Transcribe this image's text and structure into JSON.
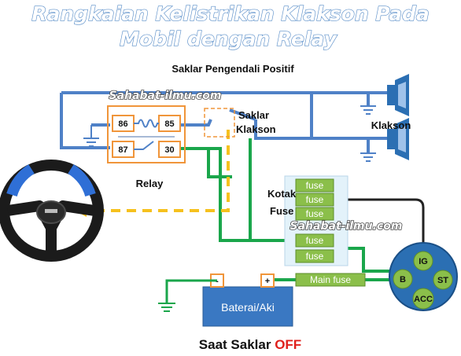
{
  "title": {
    "line1": "Rangkaian Kelistrikan Klakson Pada",
    "line2": "Mobil dengan Relay"
  },
  "subtitle": "Saklar Pengendali Positif",
  "watermark": "Sahabat-ilmu.com",
  "relay": {
    "label": "Relay",
    "pins": {
      "p86": "86",
      "p85": "85",
      "p87": "87",
      "p30": "30"
    }
  },
  "horn_switch": {
    "label_line1": "Saklar",
    "label_line2": "Klakson"
  },
  "horn_label": "Klakson",
  "fuse_box": {
    "label_line1": "Kotak",
    "label_line2": "Fuse",
    "fuses": [
      "fuse",
      "fuse",
      "fuse",
      "fuse",
      "fuse"
    ]
  },
  "main_fuse": "Main fuse",
  "battery": {
    "label": "Baterai/Aki",
    "minus": "-",
    "plus": "+"
  },
  "ignition": {
    "ig": "IG",
    "b": "B",
    "st": "ST",
    "acc": "ACC"
  },
  "footer": {
    "prefix": "Saat Saklar ",
    "state": "OFF",
    "state_color": "#e0201c"
  },
  "icons": [
    "steering-wheel-icon",
    "horn-icon",
    "ground-icon",
    "coil-icon"
  ],
  "colors": {
    "wire_blue": "#4f81c7",
    "wire_green": "#1aa64b",
    "wire_dash": "#f6c11e",
    "wire_dark": "#222222",
    "relay_border": "#f0953a",
    "fuse_fill": "#8bbf4a",
    "ignition_fill": "#2b6fb3",
    "battery_fill": "#3a78c2"
  }
}
